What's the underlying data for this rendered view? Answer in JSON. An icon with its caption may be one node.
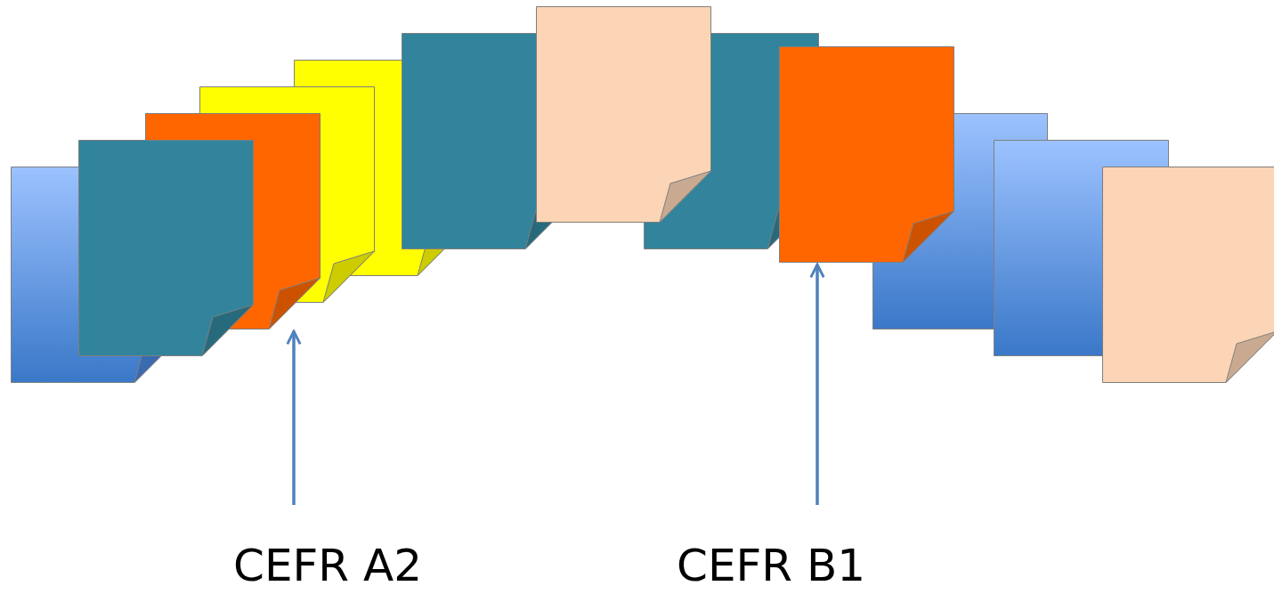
{
  "diagram": {
    "nodes": [
      {
        "text": [],
        "shape": "page"
      },
      {
        "text": [],
        "shape": "page"
      },
      {
        "text": [],
        "shape": "page"
      },
      {
        "text": [],
        "shape": "page"
      },
      {
        "text": [],
        "shape": "page"
      },
      {
        "text": [],
        "shape": "page"
      },
      {
        "text": [],
        "shape": "page"
      },
      {
        "text": [],
        "shape": "page"
      },
      {
        "text": [],
        "shape": "page"
      },
      {
        "text": [],
        "shape": "page"
      },
      {
        "text": [],
        "shape": "page"
      },
      {
        "text": [],
        "shape": "page"
      },
      {
        "text": [
          "CEFR A2"
        ]
      },
      {
        "text": [
          "CEFR B1"
        ]
      }
    ],
    "edges": [
      {
        "from": 12,
        "to": 2,
        "arrow": "to"
      },
      {
        "from": 13,
        "to": 8,
        "arrow": "to"
      }
    ]
  }
}
